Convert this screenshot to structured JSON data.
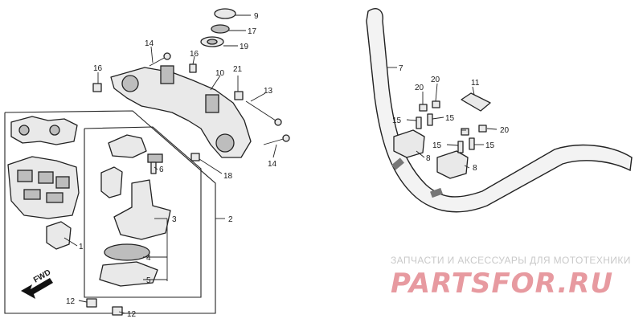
{
  "labels": {
    "p1": "1",
    "p2": "2",
    "p3": "3",
    "p4": "4",
    "p5": "5",
    "p6": "6",
    "p7": "7",
    "p8a": "8",
    "p8b": "8",
    "p9": "9",
    "p10": "10",
    "p11": "11",
    "p12a": "12",
    "p12b": "12",
    "p13": "13",
    "p14a": "14",
    "p14b": "14",
    "p15a": "15",
    "p15b": "15",
    "p15c": "15",
    "p15d": "15",
    "p16a": "16",
    "p16b": "16",
    "p17": "17",
    "p18": "18",
    "p19": "19",
    "p20a": "20",
    "p20b": "20",
    "p20c": "20",
    "p21": "21"
  },
  "direction_marker": "FWD",
  "watermark": {
    "tagline": "ЗАПЧАСТИ И АКСЕССУАРЫ ДЛЯ МОТОТЕХНИКИ",
    "logo": "PARTSFOR.RU",
    "logo_color": "#e79aa0"
  }
}
